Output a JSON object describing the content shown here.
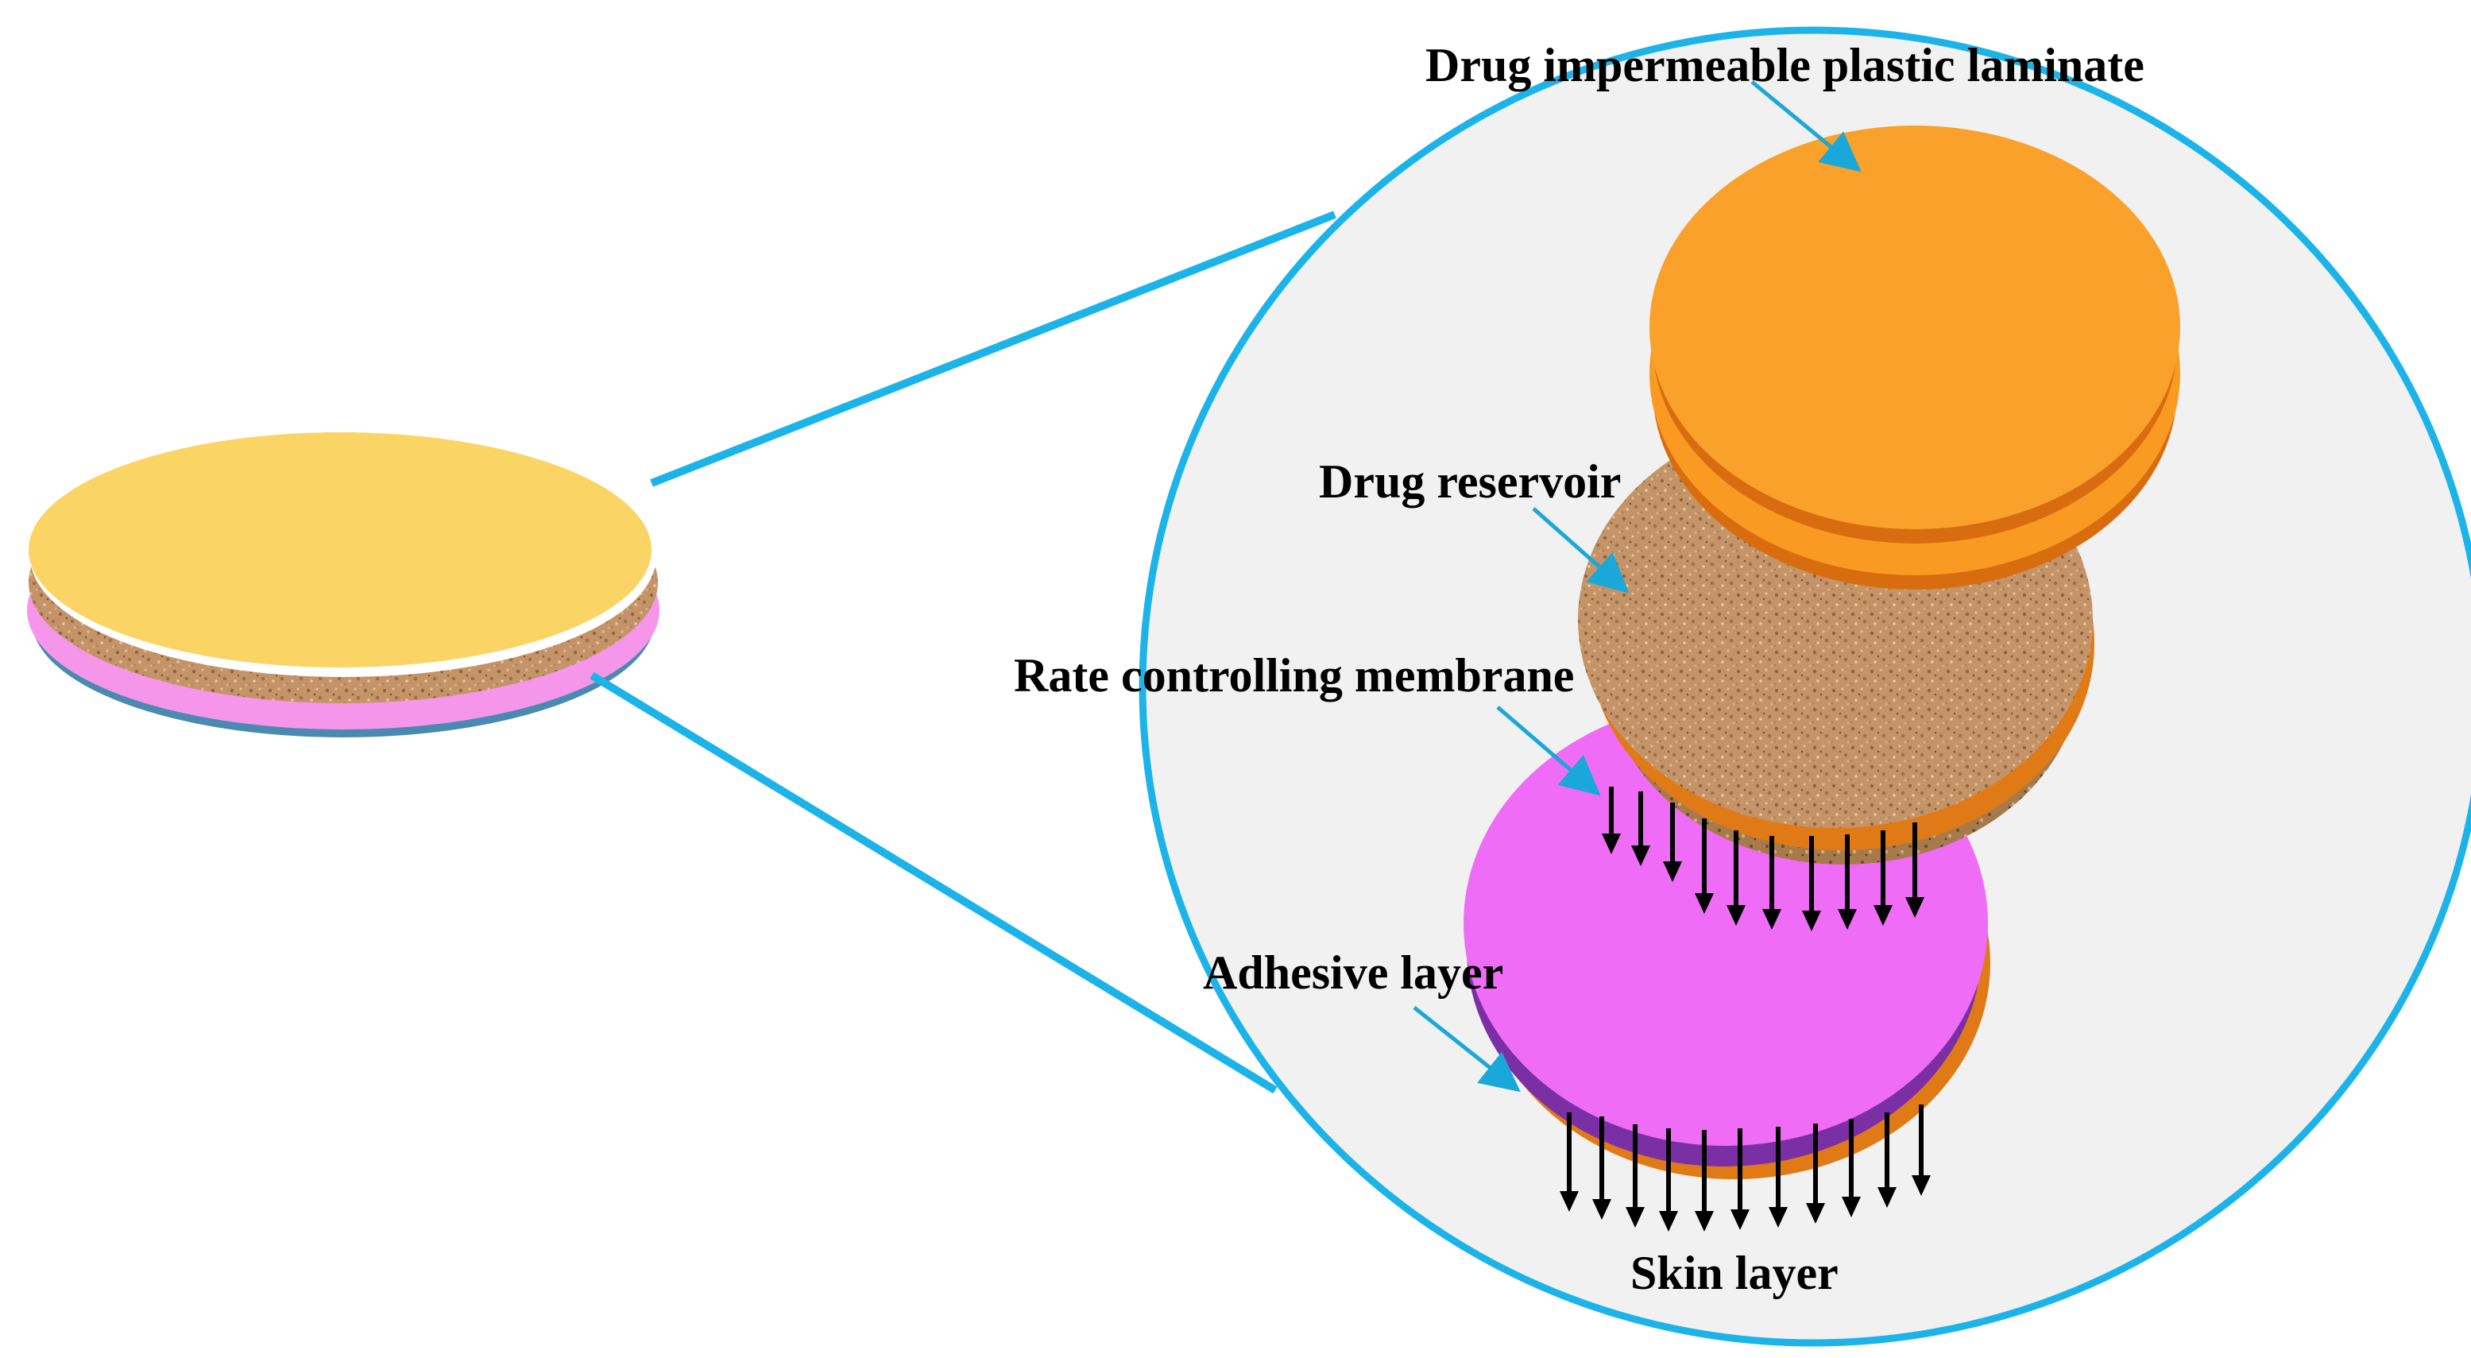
{
  "labels": {
    "laminate": "Drug impermeable plastic laminate",
    "reservoir": "Drug reservoir",
    "membrane": "Rate controlling membrane",
    "adhesive": "Adhesive layer",
    "skin": "Skin layer"
  },
  "colors": {
    "zoom_outline": "#1cb4e8",
    "pointer_arrow": "#1aa7d9",
    "zoom_background": "#f1f1f1",
    "laminate": "#f9a12a",
    "laminate_edge": "#e07a16",
    "reservoir": "#c49468",
    "adhesive": "#ee6cf6",
    "adhesive_edge": "#7b2fa5",
    "patch_top": "#fbd466",
    "patch_pink": "#f596ea",
    "patch_base": "#4a8ab0",
    "release_arrow": "#000000"
  },
  "icons": {
    "release_arrow": "down-arrow"
  }
}
